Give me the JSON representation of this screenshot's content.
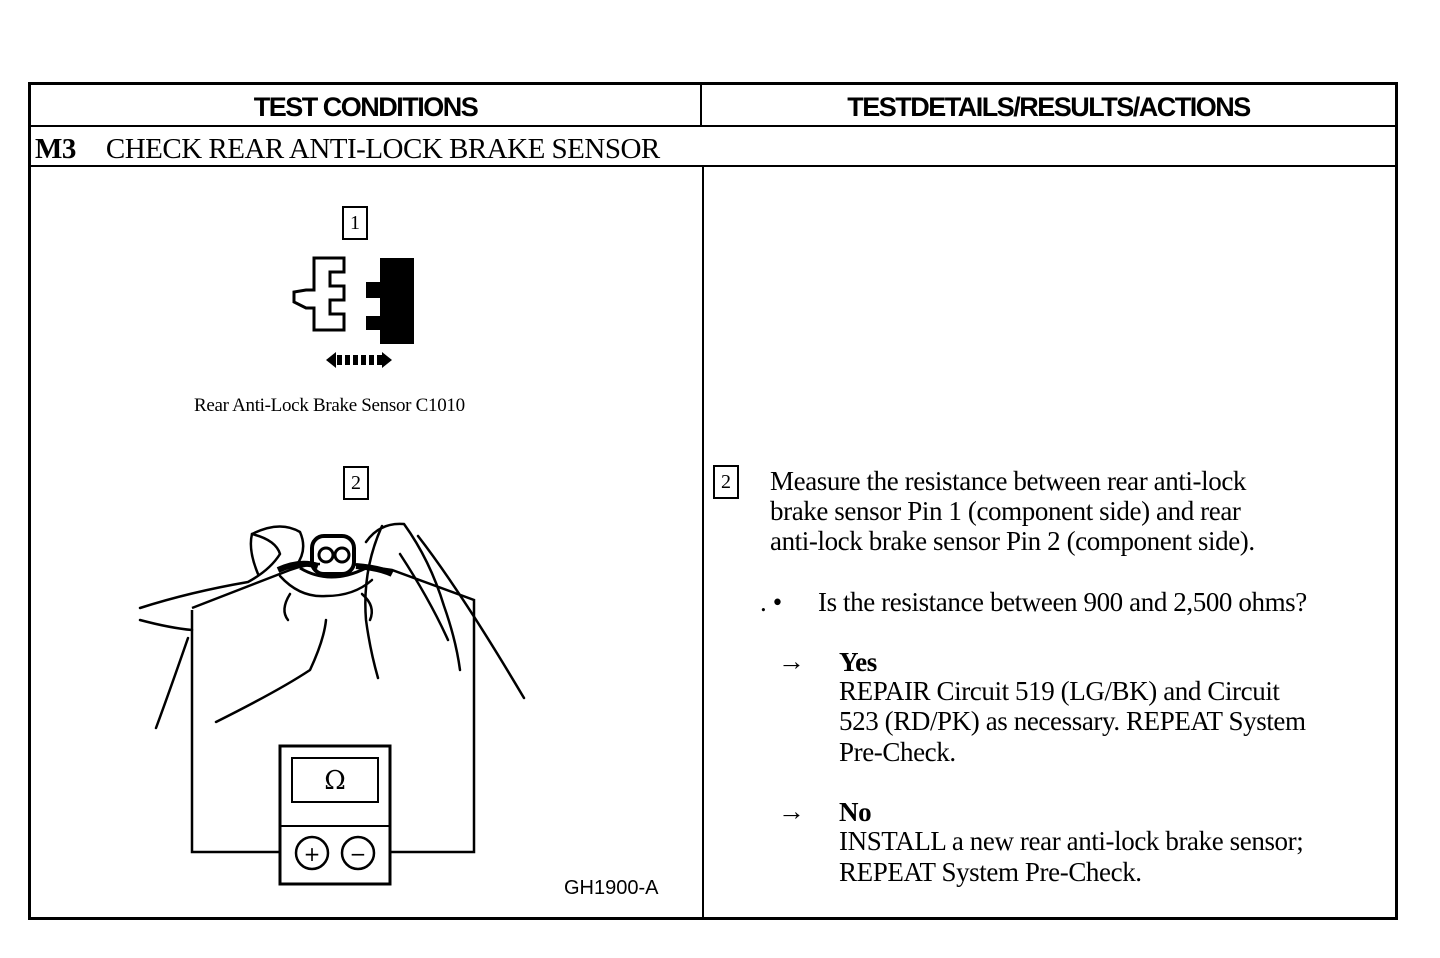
{
  "header": {
    "left_title": "TEST CONDITIONS",
    "right_title": "TESTDETAILS/RESULTS/ACTIONS"
  },
  "step": {
    "code": "M3",
    "title": "CHECK REAR ANTI-LOCK BRAKE SENSOR"
  },
  "figures": {
    "fig1_number": "1",
    "fig1_caption": "Rear Anti-Lock Brake Sensor C1010",
    "fig2_number": "2",
    "meter_symbol": "Ω",
    "plus_symbol": "+",
    "minus_symbol": "−",
    "figure_id": "GH1900-A"
  },
  "details": {
    "step_number": "2",
    "instruction_lines": [
      "Measure the resistance between rear anti-lock",
      "brake sensor Pin 1 (component side) and rear",
      "anti-lock brake sensor Pin 2 (component side)."
    ],
    "question_marker": ". •",
    "question": "Is the resistance between 900 and 2,500 ohms?",
    "arrow": "→",
    "yes_label": "Yes",
    "yes_lines": [
      "REPAIR Circuit 519 (LG/BK) and Circuit",
      "523 (RD/PK) as necessary. REPEAT System",
      "Pre-Check."
    ],
    "no_label": "No",
    "no_lines": [
      "INSTALL a new rear anti-lock brake sensor;",
      "REPEAT System  Pre-Check."
    ]
  }
}
